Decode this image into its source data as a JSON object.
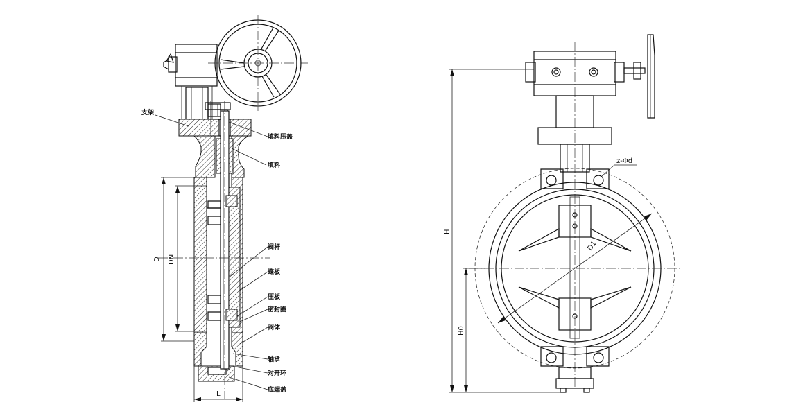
{
  "side_view": {
    "labels": {
      "bracket": "支架",
      "gland": "填料压盖",
      "packing": "填料",
      "stem": "阀杆",
      "disc": "蝶板",
      "pressure_plate": "压板",
      "seal_ring": "密封圈",
      "body": "阀体",
      "bearing": "轴承",
      "split_ring": "对开环",
      "bottom_cover": "底端盖"
    },
    "dimensions": {
      "d": "D",
      "dn": "DN",
      "l": "L"
    }
  },
  "front_view": {
    "dimensions": {
      "h": "H",
      "h0": "H0",
      "d1": "D1",
      "bolt_holes": "z-Φd"
    }
  },
  "colors": {
    "line": "#111111",
    "background": "#ffffff"
  }
}
